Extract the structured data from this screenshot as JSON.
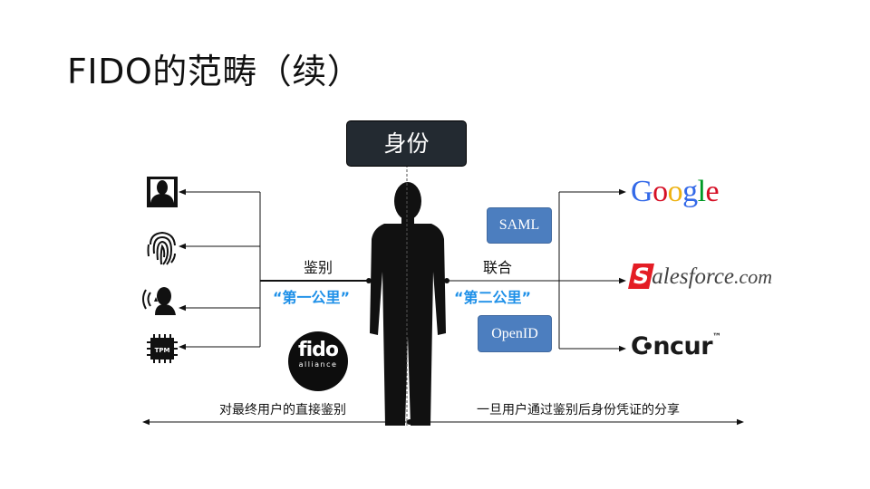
{
  "slide": {
    "title": "FIDO的范畴（续）"
  },
  "identity": {
    "label": "身份"
  },
  "left_side": {
    "flow_label": "鉴别",
    "mile_label": "“第一公里”",
    "caption": "对最终用户的直接鉴别",
    "authenticator_icons": [
      "face-icon",
      "fingerprint-icon",
      "voice-icon",
      "tpm-chip-icon"
    ],
    "tpm_text": "TPM"
  },
  "right_side": {
    "flow_label": "联合",
    "mile_label": "“第二公里”",
    "caption": "一旦用户通过鉴别后身份凭证的分享",
    "protocols": [
      "SAML",
      "OpenID"
    ],
    "services": {
      "google": {
        "letters": [
          "G",
          "o",
          "o",
          "g",
          "l",
          "e"
        ],
        "colors": [
          "#3369e8",
          "#d50f25",
          "#eeb211",
          "#3369e8",
          "#009925",
          "#d50f25"
        ]
      },
      "salesforce": {
        "s": "S",
        "rest": "alesforce",
        "dotcom": ".com",
        "color": "#e41d25"
      },
      "concur": {
        "c": "C",
        "rest": "ncur",
        "tm": "™"
      }
    }
  },
  "fido_logo": {
    "word": "fido",
    "sub": "alliance"
  },
  "colors": {
    "accent_blue": "#1e90e8",
    "protocol_box": "#4c7ebf",
    "identity_box": "#232a31"
  }
}
